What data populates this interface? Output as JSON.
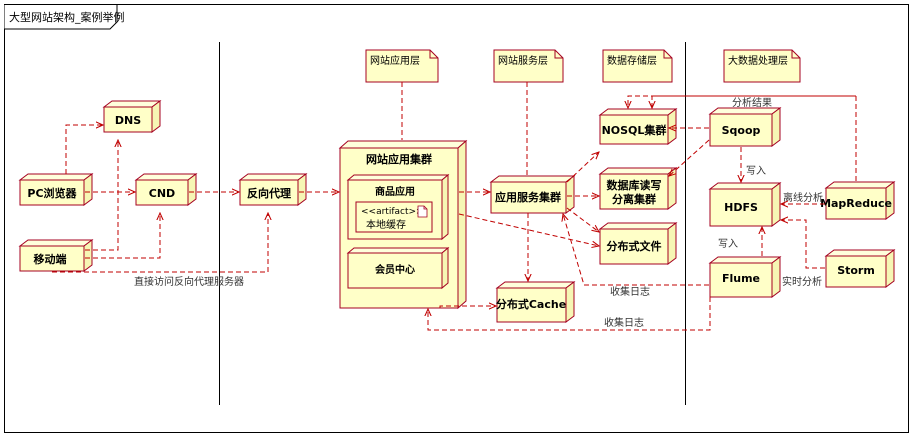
{
  "title": "大型网站架构_案例举例",
  "layers": {
    "app": "网站应用层",
    "service": "网站服务层",
    "storage": "数据存储层",
    "bigdata": "大数据处理层"
  },
  "nodes": {
    "dns": "DNS",
    "pc": "PC浏览器",
    "cnd": "CND",
    "mobile": "移动端",
    "proxy": "反向代理",
    "app_cluster": "网站应用集群",
    "goods_app": "商品应用",
    "artifact": "<<artifact>>",
    "local_cache": "本地缓存",
    "member": "会员中心",
    "app_service": "应用服务集群",
    "dist_cache": "分布式Cache",
    "nosql": "NOSQL集群",
    "db_rw_1": "数据库读写",
    "db_rw_2": "分离集群",
    "dist_file": "分布式文件",
    "sqoop": "Sqoop",
    "hdfs": "HDFS",
    "flume": "Flume",
    "mapreduce": "MapReduce",
    "storm": "Storm"
  },
  "annotations": {
    "direct": "直接访问反向代理服务器",
    "analyze_result": "分析结果",
    "write_in_1": "写入",
    "write_in_2": "写入",
    "offline": "离线分析",
    "realtime": "实时分析",
    "collect_log_1": "收集日志",
    "collect_log_2": "收集日志"
  }
}
